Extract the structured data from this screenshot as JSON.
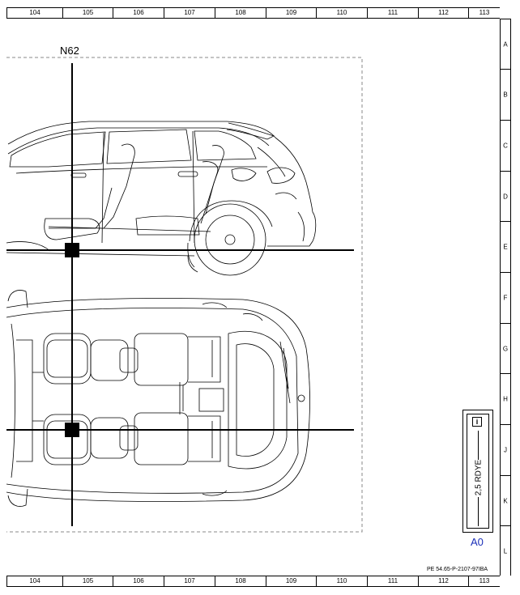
{
  "grid": {
    "columns": [
      "104",
      "105",
      "106",
      "107",
      "108",
      "109",
      "110",
      "111",
      "112",
      "113"
    ],
    "rows": [
      "A",
      "B",
      "C",
      "D",
      "E",
      "F",
      "G",
      "H",
      "J",
      "K",
      "L"
    ]
  },
  "connector": {
    "label": "N62"
  },
  "legend": {
    "wire": "2,5 RDYE",
    "pin": "A0"
  },
  "reference": "PE 54.65-P-2107-97IBA",
  "colors": {
    "line": "#000000",
    "pin_text": "#1a2fb8",
    "frame": "#888888"
  }
}
